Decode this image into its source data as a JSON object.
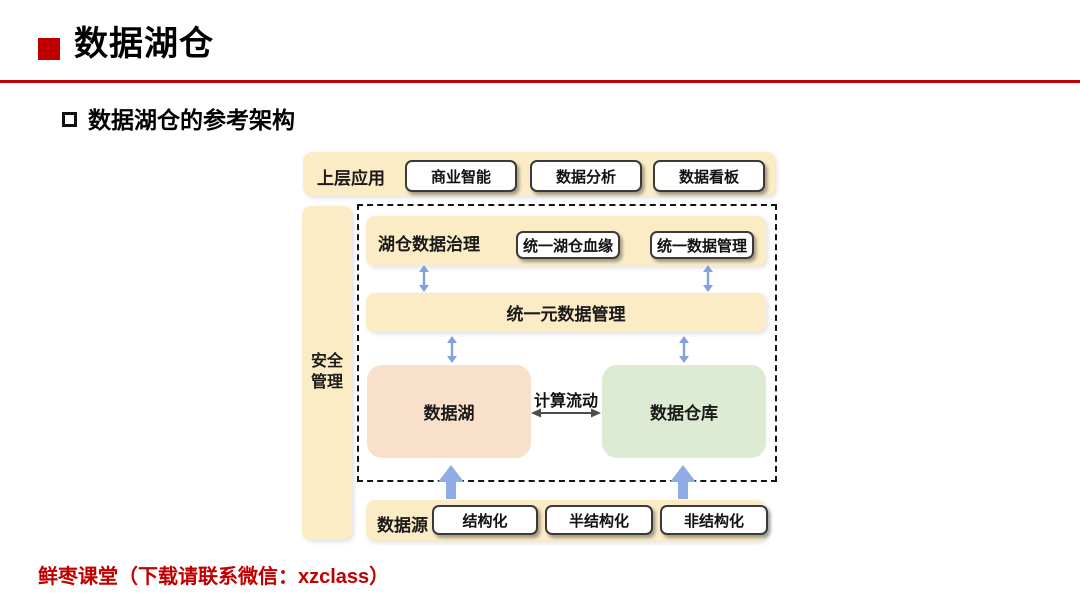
{
  "header": {
    "title": "数据湖仓",
    "accent_color": "#C00000"
  },
  "subtitle": {
    "text": "数据湖仓的参考架构"
  },
  "diagram": {
    "colors": {
      "panel_cream": "#FBECC6",
      "lake_peach": "#F8E0CB",
      "warehouse_green": "#DEEBD3",
      "arrow_blue": "#84A1DC",
      "flow_arrow_gray": "#4d4d4d",
      "dashed_border": "#141414"
    },
    "top_row": {
      "label": "上层应用",
      "items": [
        "商业智能",
        "数据分析",
        "数据看板"
      ]
    },
    "security": {
      "label": "安全管理"
    },
    "governance": {
      "label": "湖仓数据治理",
      "items": [
        "统一湖仓血缘",
        "统一数据管理"
      ]
    },
    "metadata": {
      "label": "统一元数据管理"
    },
    "lake": {
      "label": "数据湖"
    },
    "warehouse": {
      "label": "数据仓库"
    },
    "compute_flow": {
      "label": "计算流动"
    },
    "source_row": {
      "label": "数据源",
      "items": [
        "结构化",
        "半结构化",
        "非结构化"
      ]
    }
  },
  "footer": {
    "text": "鲜枣课堂（下载请联系微信：xzclass）"
  }
}
